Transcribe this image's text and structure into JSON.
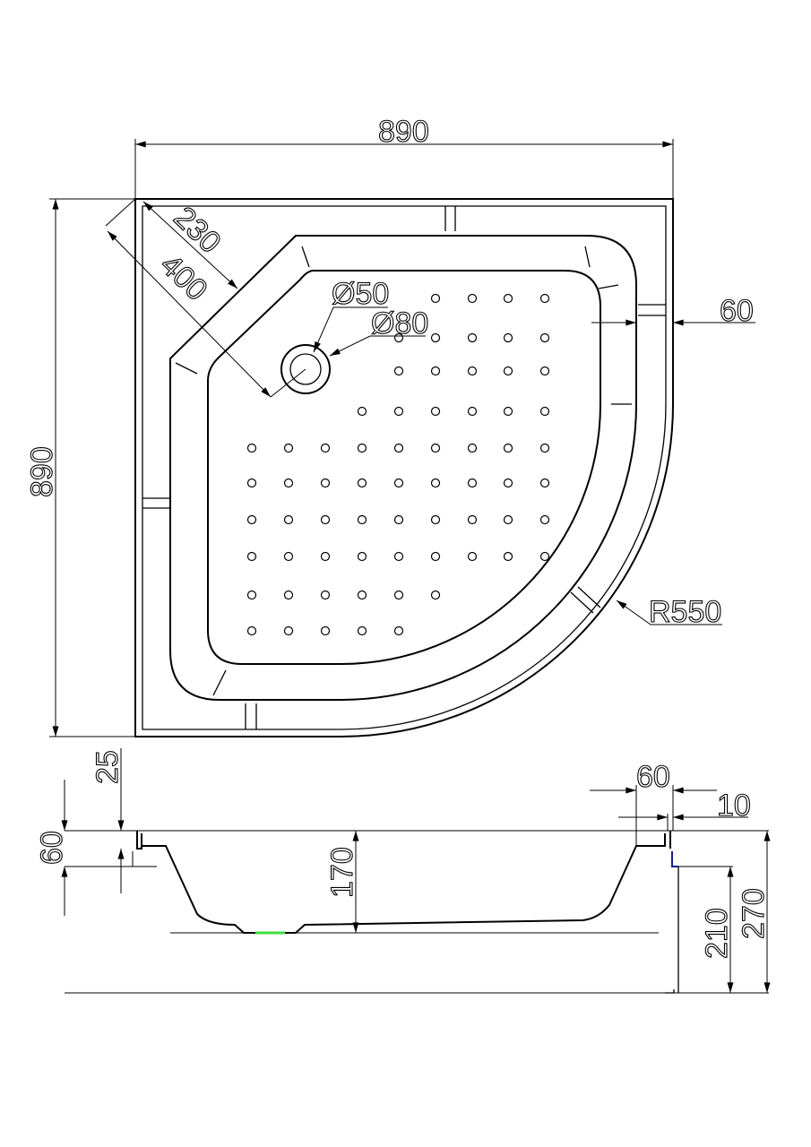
{
  "plan_view": {
    "width_label": "890",
    "depth_label": "890",
    "corner_230_label": "230",
    "corner_400_label": "400",
    "drain_inner_label": "Ø50",
    "drain_outer_label": "Ø80",
    "rim_width_label": "60",
    "radius_label": "R550"
  },
  "section_view": {
    "rim_height_label": "60",
    "lip_label": "25",
    "depth_label": "170",
    "top_rim_label": "60",
    "edge_label": "10",
    "skirt_label": "210",
    "total_height_label": "270"
  },
  "colors": {
    "drain_highlight": "#3ddc3d",
    "skirt_edge": "#1a1a8c"
  }
}
